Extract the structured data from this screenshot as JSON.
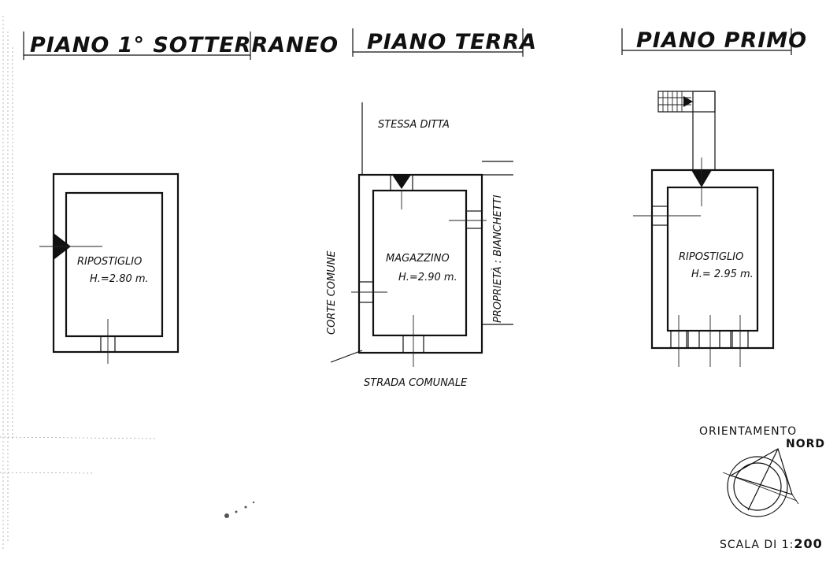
{
  "titles": {
    "basement": "PIANO 1° SOTTERRANEO",
    "ground": "PIANO TERRA",
    "first": "PIANO PRIMO"
  },
  "basement_plan": {
    "room_name": "RIPOSTIGLIO",
    "room_height": "H.=2.80 m."
  },
  "ground_plan": {
    "room_name": "MAGAZZINO",
    "room_height": "H.=2.90 m.",
    "neighbor_top": "STESSA DITTA",
    "neighbor_left": "CORTE COMUNE",
    "neighbor_right": "PROPRIETÀ : BIANCHETTI",
    "neighbor_bottom": "STRADA COMUNALE"
  },
  "first_plan": {
    "room_name": "RIPOSTIGLIO",
    "room_height": "H.= 2.95 m."
  },
  "orientation": {
    "label": "ORIENTAMENTO",
    "north": "NORD"
  },
  "scale": {
    "prefix": "SCALA DI 1:",
    "value": "200"
  }
}
